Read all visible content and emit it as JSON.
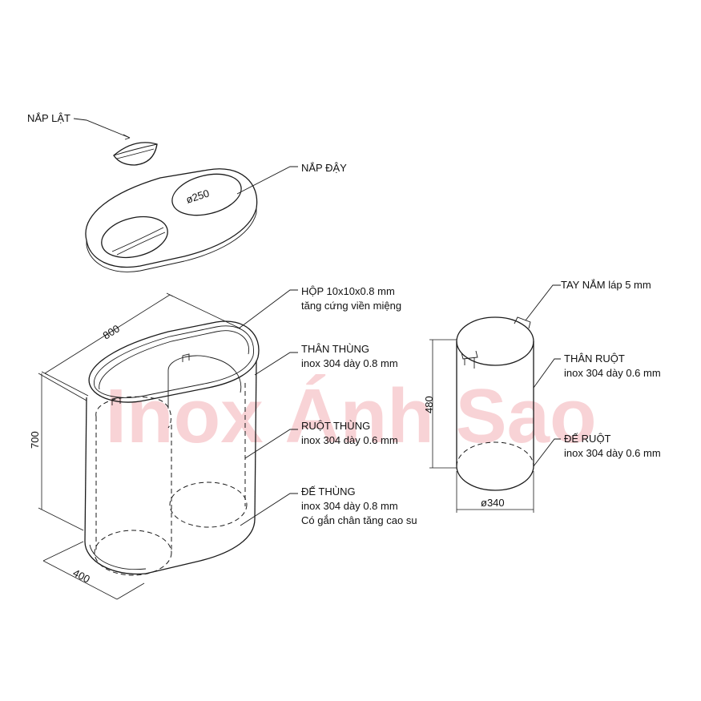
{
  "watermark": "Inox Ánh Sao",
  "labels": {
    "nap_lat": "NẮP LẬT",
    "nap_day": "NẮP ĐẬY",
    "hop_1": "HỘP 10x10x0.8 mm",
    "hop_2": "tăng cứng viền miệng",
    "than_thung_1": "THÂN THÙNG",
    "than_thung_2": "inox 304 dày 0.8 mm",
    "ruot_thung_1": "RUỘT THÙNG",
    "ruot_thung_2": "inox 304 dày 0.6 mm",
    "de_thung_1": "ĐẾ THÙNG",
    "de_thung_2": "inox 304 dày 0.8 mm",
    "de_thung_3": "Có gắn chân tăng cao su",
    "tay_nam": "TAY NẮM láp 5 mm",
    "than_ruot_1": "THÂN RUỘT",
    "than_ruot_2": "inox 304 dày 0.6 mm",
    "de_ruot_1": "ĐẾ RUỘT",
    "de_ruot_2": "inox 304 dày 0.6 mm"
  },
  "dimensions": {
    "lid_hole": "ø250",
    "length": "800",
    "height": "700",
    "width": "400",
    "inner_height": "480",
    "inner_diameter": "ø340"
  },
  "colors": {
    "line": "#1a1a1a",
    "watermark": "#f2a8ad"
  }
}
